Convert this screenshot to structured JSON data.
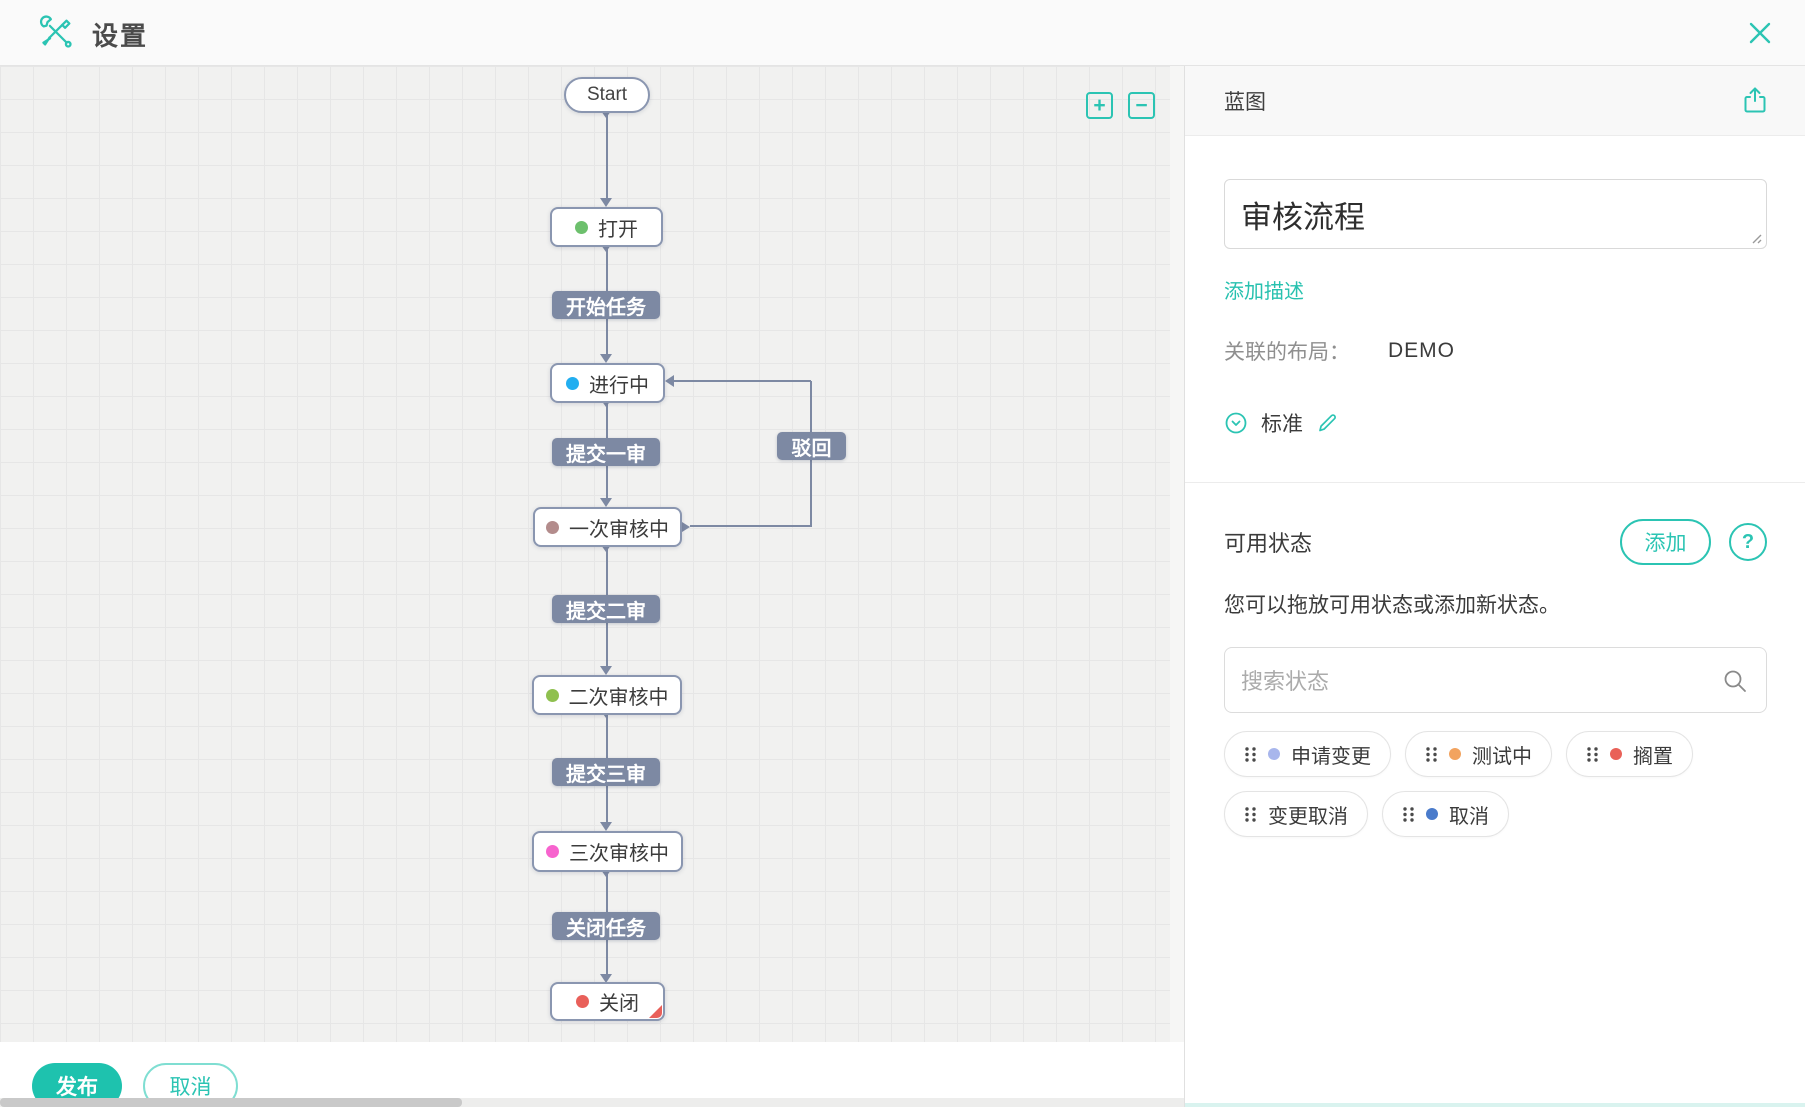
{
  "accent_color": "#2bc4b3",
  "header": {
    "title": "设置"
  },
  "canvas": {
    "zoom_in_label": "+",
    "zoom_out_label": "−",
    "nodes": [
      {
        "label": "Start",
        "dot_color": null
      },
      {
        "label": "打开",
        "dot_color": "#6dc06d"
      },
      {
        "label": "进行中",
        "dot_color": "#22aef0"
      },
      {
        "label": "一次审核中",
        "dot_color": "#b38c8c"
      },
      {
        "label": "二次审核中",
        "dot_color": "#8fc04f"
      },
      {
        "label": "三次审核中",
        "dot_color": "#f763ce"
      },
      {
        "label": "关闭",
        "dot_color": "#e9605a"
      }
    ],
    "transitions": [
      {
        "label": "开始任务"
      },
      {
        "label": "提交一审"
      },
      {
        "label": "提交二审"
      },
      {
        "label": "提交三审"
      },
      {
        "label": "关闭任务"
      },
      {
        "label": "驳回"
      }
    ]
  },
  "panel": {
    "title": "蓝图",
    "name_value": "审核流程",
    "add_description_label": "添加描述",
    "layout_label": "关联的布局：",
    "layout_value": "DEMO",
    "mode_label": "标准",
    "states": {
      "title": "可用状态",
      "add_button_label": "添加",
      "help_label": "?",
      "hint": "您可以拖放可用状态或添加新状态。",
      "search_placeholder": "搜索状态",
      "chips": [
        {
          "label": "申请变更",
          "dot_color": "#a8b6ec"
        },
        {
          "label": "测试中",
          "dot_color": "#f2a35f"
        },
        {
          "label": "搁置",
          "dot_color": "#e96158"
        },
        {
          "label": "变更取消",
          "dot_color": null
        },
        {
          "label": "取消",
          "dot_color": "#4a7bcb"
        }
      ]
    }
  },
  "footer": {
    "publish_label": "发布",
    "cancel_label": "取消"
  }
}
